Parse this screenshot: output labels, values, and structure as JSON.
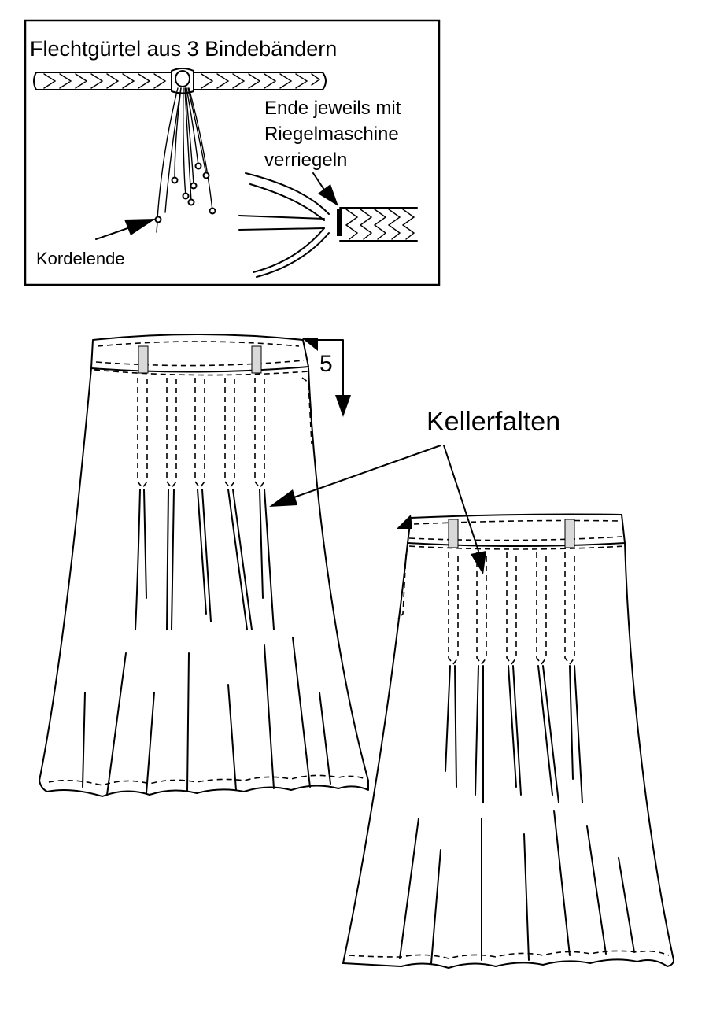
{
  "belt_detail": {
    "title": "Flechtgürtel aus 3 Bindebändern",
    "note_lines": [
      "Ende jeweils mit",
      "Riegelmaschine",
      "verriegeln"
    ],
    "cord_end_label": "Kordelende"
  },
  "skirt": {
    "measure_value": "5",
    "pleat_label": "Kellerfalten"
  }
}
